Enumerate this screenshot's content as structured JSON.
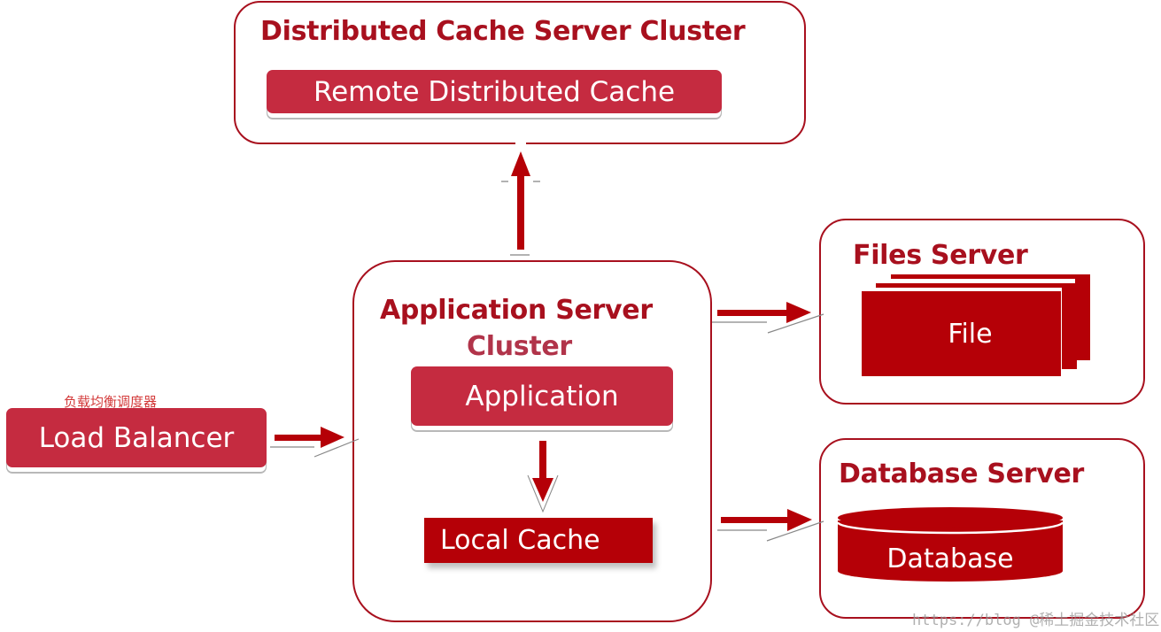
{
  "diagram": {
    "distributed_cache_cluster": {
      "title": "Distributed Cache Server Cluster",
      "component": "Remote Distributed Cache"
    },
    "application_cluster": {
      "title_line1": "Application Server",
      "title_line2": "Cluster",
      "application": "Application",
      "local_cache": "Local Cache"
    },
    "load_balancer": {
      "annotation": "负载均衡调度器",
      "label": "Load Balancer"
    },
    "files_server": {
      "title": "Files Server",
      "component": "File"
    },
    "database_server": {
      "title": "Database Server",
      "component": "Database"
    },
    "edges": [
      {
        "from": "Load Balancer",
        "to": "Application Server Cluster"
      },
      {
        "from": "Application Server Cluster",
        "to": "Distributed Cache Server Cluster"
      },
      {
        "from": "Application",
        "to": "Local Cache"
      },
      {
        "from": "Application Server Cluster",
        "to": "Files Server"
      },
      {
        "from": "Application Server Cluster",
        "to": "Database Server"
      }
    ]
  },
  "watermark": "https://blog @稀土掘金技术社区",
  "colors": {
    "primary_red": "#b50007",
    "pill_red": "#c52b40",
    "border_red": "#a8101e"
  }
}
